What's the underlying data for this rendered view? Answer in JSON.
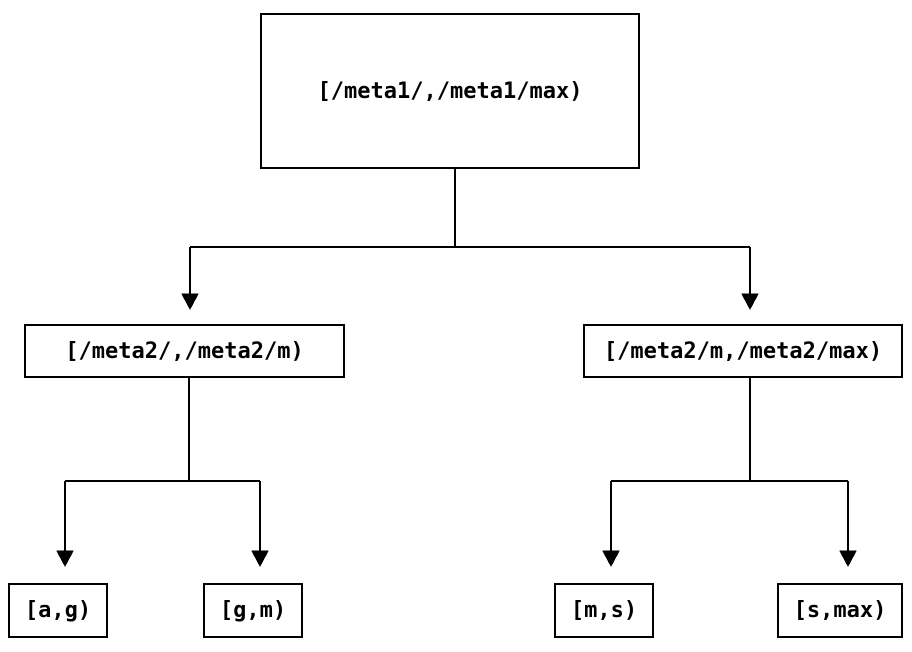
{
  "diagram": {
    "type": "tree",
    "colors": {
      "background": "#ffffff",
      "line": "#000000",
      "text": "#000000",
      "node_fill": "#ffffff"
    },
    "root": {
      "label": "[/meta1/,/meta1/max)",
      "children": [
        {
          "label": "[/meta2/,/meta2/m)",
          "children": [
            {
              "label": "[a,g)"
            },
            {
              "label": "[g,m)"
            }
          ]
        },
        {
          "label": "[/meta2/m,/meta2/max)",
          "children": [
            {
              "label": "[m,s)"
            },
            {
              "label": "[s,max)"
            }
          ]
        }
      ]
    }
  }
}
